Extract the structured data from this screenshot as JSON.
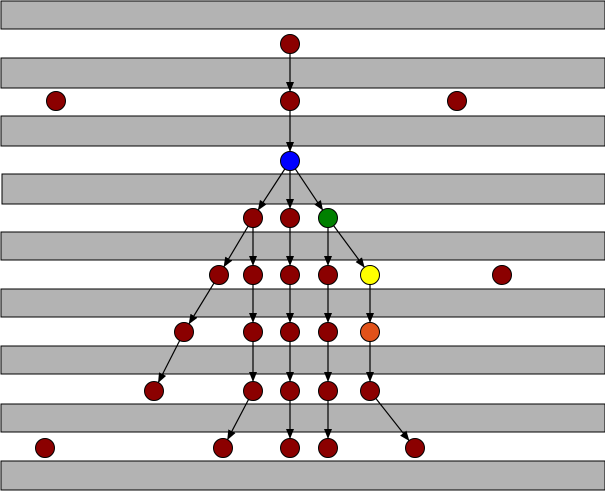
{
  "colors": {
    "band": "#b3b3b3",
    "background": "#ffffff",
    "edge": "#000000",
    "node_default": "#8b0000",
    "node_blue": "#0000ff",
    "node_green": "#008000",
    "node_yellow": "#ffff00",
    "node_orange": "#e0521a"
  },
  "diagram": {
    "type": "directed-graph-in-rows",
    "row_count": 8,
    "nodes": [
      {
        "id": "n1",
        "row": 0,
        "color": "node_default"
      },
      {
        "id": "n2",
        "row": 1,
        "color": "node_default"
      },
      {
        "id": "n3",
        "row": 1,
        "color": "node_default"
      },
      {
        "id": "n4",
        "row": 1,
        "color": "node_default"
      },
      {
        "id": "n5",
        "row": 2,
        "color": "node_blue"
      },
      {
        "id": "n6",
        "row": 3,
        "color": "node_default"
      },
      {
        "id": "n7",
        "row": 3,
        "color": "node_default"
      },
      {
        "id": "n8",
        "row": 3,
        "color": "node_green"
      },
      {
        "id": "n9",
        "row": 4,
        "color": "node_default"
      },
      {
        "id": "n10",
        "row": 4,
        "color": "node_default"
      },
      {
        "id": "n11",
        "row": 4,
        "color": "node_default"
      },
      {
        "id": "n12",
        "row": 4,
        "color": "node_default"
      },
      {
        "id": "n13",
        "row": 4,
        "color": "node_yellow"
      },
      {
        "id": "n14",
        "row": 4,
        "color": "node_default"
      },
      {
        "id": "n15",
        "row": 5,
        "color": "node_default"
      },
      {
        "id": "n16",
        "row": 5,
        "color": "node_default"
      },
      {
        "id": "n17",
        "row": 5,
        "color": "node_default"
      },
      {
        "id": "n18",
        "row": 5,
        "color": "node_default"
      },
      {
        "id": "n19",
        "row": 5,
        "color": "node_orange"
      },
      {
        "id": "n20",
        "row": 6,
        "color": "node_default"
      },
      {
        "id": "n21",
        "row": 6,
        "color": "node_default"
      },
      {
        "id": "n22",
        "row": 6,
        "color": "node_default"
      },
      {
        "id": "n23",
        "row": 6,
        "color": "node_default"
      },
      {
        "id": "n24",
        "row": 6,
        "color": "node_default"
      },
      {
        "id": "n25",
        "row": 7,
        "color": "node_default"
      },
      {
        "id": "n26",
        "row": 7,
        "color": "node_default"
      },
      {
        "id": "n27",
        "row": 7,
        "color": "node_default"
      },
      {
        "id": "n28",
        "row": 7,
        "color": "node_default"
      },
      {
        "id": "n29",
        "row": 7,
        "color": "node_default"
      }
    ],
    "edges": [
      [
        "n1",
        "n3"
      ],
      [
        "n3",
        "n5"
      ],
      [
        "n5",
        "n6"
      ],
      [
        "n5",
        "n7"
      ],
      [
        "n5",
        "n8"
      ],
      [
        "n6",
        "n9"
      ],
      [
        "n6",
        "n10"
      ],
      [
        "n7",
        "n11"
      ],
      [
        "n8",
        "n12"
      ],
      [
        "n8",
        "n13"
      ],
      [
        "n9",
        "n15"
      ],
      [
        "n10",
        "n16"
      ],
      [
        "n11",
        "n17"
      ],
      [
        "n12",
        "n18"
      ],
      [
        "n13",
        "n19"
      ],
      [
        "n15",
        "n20"
      ],
      [
        "n16",
        "n21"
      ],
      [
        "n17",
        "n22"
      ],
      [
        "n18",
        "n23"
      ],
      [
        "n19",
        "n24"
      ],
      [
        "n21",
        "n26"
      ],
      [
        "n22",
        "n27"
      ],
      [
        "n23",
        "n28"
      ],
      [
        "n24",
        "n29"
      ]
    ]
  }
}
